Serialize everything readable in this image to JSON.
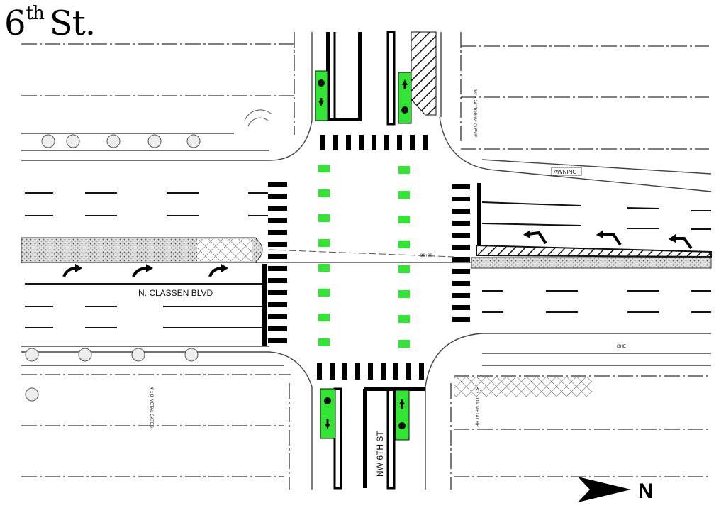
{
  "title": {
    "number": "6",
    "suffix": "th",
    "rest": "St."
  },
  "labels": {
    "boulevard": "N. CLASSEN BLVD",
    "cross_street": "NW 6TH ST",
    "awning": "AWNING",
    "station": "30+00",
    "note_top": "36\" x 24\" TOB W/ CLEVE",
    "note_bottom_left": "4' x 8' METAL GATES",
    "note_bottom_right": "BOTTOM METAL RR",
    "utility": "OHE",
    "north": "N"
  },
  "colors": {
    "bike_green": "#33e533",
    "ink": "#111111"
  }
}
